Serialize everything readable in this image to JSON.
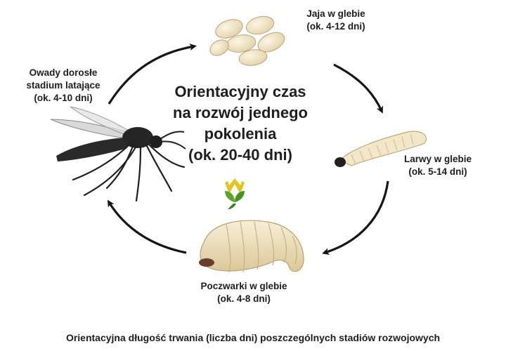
{
  "center": {
    "line1": "Orientacyjny czas",
    "line2": "na rozwój jednego",
    "line3": "pokolenia",
    "line4": "(ok. 20-40 dni)"
  },
  "stages": {
    "eggs": {
      "name": "Jaja w glebie",
      "duration": "(ok. 4-12 dni)"
    },
    "larvae": {
      "name": "Larwy w glebie",
      "duration": "(ok. 5-14 dni)"
    },
    "pupae": {
      "name": "Poczwarki w glebie",
      "duration": "(ok. 4-8 dni)"
    },
    "adults": {
      "name1": "Owady dorosłe",
      "name2": "stadium latające",
      "duration": "(ok. 4-10 dni)"
    }
  },
  "caption": {
    "line1": "Orientacyjna długość trwania (liczba dni) poszczególnych stadiów rozwojowych"
  },
  "colors": {
    "arrow": "#151515",
    "egg": "#efe3c4",
    "larva": "#f2e7c8",
    "pupa": "#efe2c2",
    "insect": "#2a2a2a",
    "logo_green": "#5aa62b",
    "logo_yellow": "#e6c21c"
  }
}
